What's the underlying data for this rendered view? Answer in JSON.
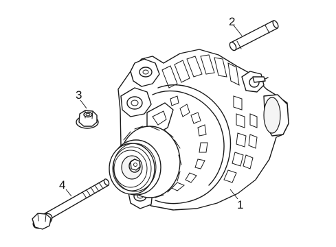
{
  "callouts": [
    {
      "id": "alternator",
      "number": "1"
    },
    {
      "id": "stud",
      "number": "2"
    },
    {
      "id": "nut",
      "number": "3"
    },
    {
      "id": "bolt",
      "number": "4"
    }
  ]
}
